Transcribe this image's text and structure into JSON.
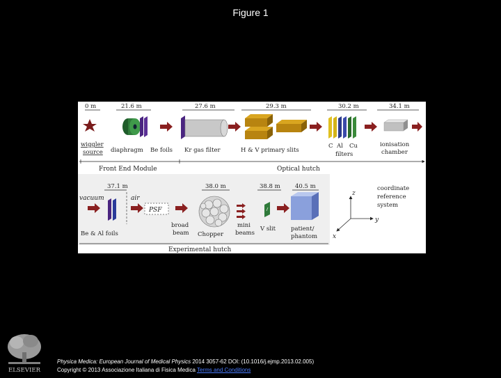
{
  "slide": {
    "title": "Figure 1"
  },
  "figure": {
    "distances": {
      "wiggler": "0 m",
      "diaphragm": "21.6 m",
      "kr_filter": "27.6 m",
      "slits": "29.3 m",
      "filters": "30.2 m",
      "chamber": "34.1 m",
      "foils": "37.1 m",
      "chopper": "38.0 m",
      "v_slit": "38.8 m",
      "patient": "40.5 m"
    },
    "labels": {
      "wiggler_line1": "wiggler",
      "wiggler_line2": "source",
      "diaphragm": "diaphragm",
      "be_foils": "Be foils",
      "kr_gas_filter": "Kr gas filter",
      "hv_slits": "H & V primary slits",
      "filter_c": "C",
      "filter_al": "Al",
      "filter_cu": "Cu",
      "filters_word": "filters",
      "chamber_line1": "ionisation",
      "chamber_line2": "chamber",
      "front_end_module": "Front End Module",
      "optical_hutch": "Optical hutch",
      "vacuum": "vacuum",
      "air": "air",
      "psf": "PSF",
      "be_al_foils": "Be & Al foils",
      "broad_line1": "broad",
      "broad_line2": "beam",
      "chopper": "Chopper",
      "mini_line1": "mini",
      "mini_line2": "beams",
      "v_slit": "V slit",
      "patient_line1": "patient/",
      "patient_line2": "phantom",
      "axis_z": "z",
      "axis_y": "y",
      "axis_x": "x",
      "coord_line1": "coordinate",
      "coord_line2": "reference",
      "coord_line3": "system",
      "experimental_hutch": "Experimental hutch"
    }
  },
  "citation": {
    "journal": "Physica Medica: European Journal of Medical Physics",
    "details": "2014 3057-62 DOI: (10.1016/j.ejmp.2013.02.005)",
    "copyright": "Copyright © 2013 Associazione Italiana di Fisica Medica",
    "terms": "Terms and Conditions"
  },
  "publisher": {
    "name": "ELSEVIER"
  }
}
